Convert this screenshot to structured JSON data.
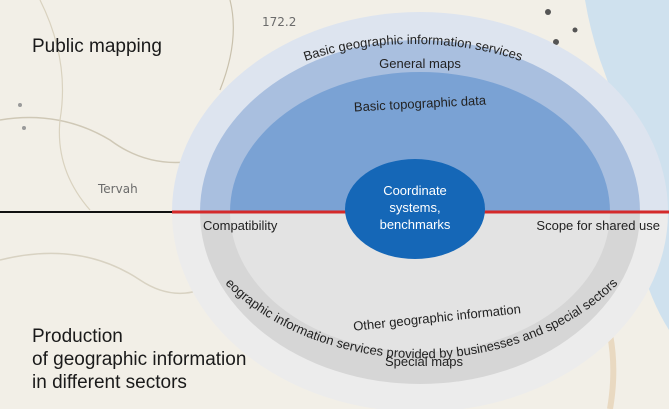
{
  "labels": {
    "public_mapping": "Public mapping",
    "production_line1": "Production",
    "production_line2": "of geographic information",
    "production_line3": "in different sectors",
    "map_number": "172.2",
    "map_place": "Tervah"
  },
  "rings": {
    "outer_top": "Basic geographic information services",
    "general_maps": "General maps",
    "basic_topographic_data": "Basic topographic data",
    "core_line1": "Coordinate",
    "core_line2": "systems,",
    "core_line3": "benchmarks",
    "compatibility": "Compatibility",
    "scope_shared_use": "Scope for shared use",
    "other_geographic_information": "Other geographic information",
    "special_maps": "Special maps",
    "outer_bottom": "eographic information services provided by businesses and special sectors"
  },
  "colors": {
    "outer_ring": "#dde4ef",
    "general_maps_ring": "#a9bfdf",
    "topographic_ring": "#7aa2d4",
    "core": "#1567b7",
    "divider_line": "#d42a2a",
    "lower_outer": "#ececec",
    "lower_mid": "#d6d6d6",
    "lower_inner": "#e3e3e3"
  }
}
